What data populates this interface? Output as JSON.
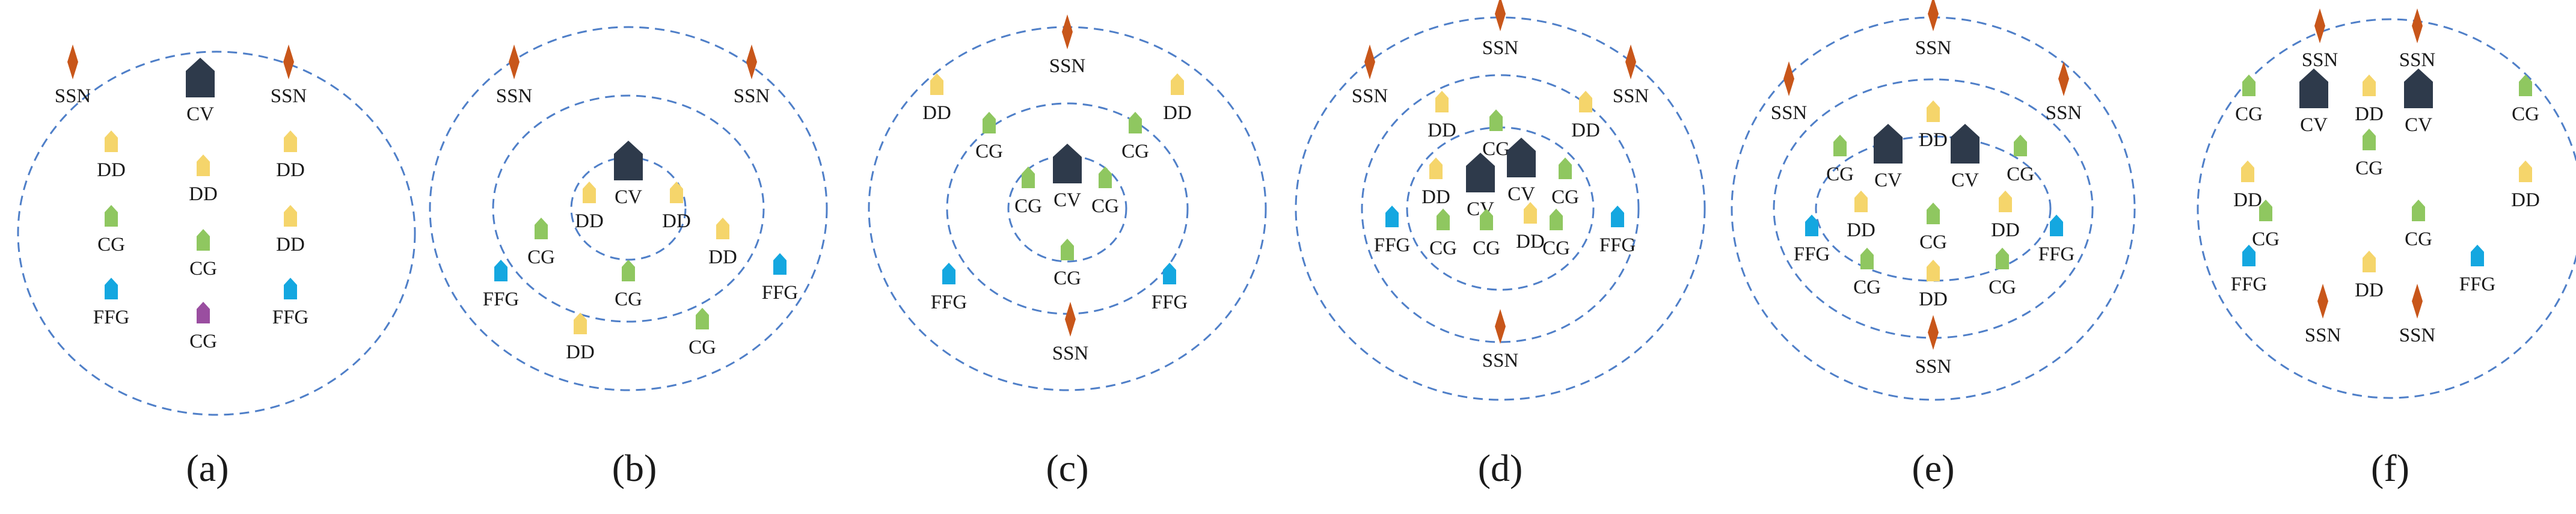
{
  "colors": {
    "ring": "#4f7fc8",
    "CV": "#2e3a4b",
    "DD": "#f5d56b",
    "CG": "#8fc760",
    "CG_alt": "#9a4ea0",
    "FFG": "#14a7e0",
    "SSN": "#c8561a"
  },
  "icons": {
    "CV": "carrier-icon",
    "DD": "destroyer-icon",
    "CG": "cruiser-icon",
    "FFG": "frigate-icon",
    "SSN": "submarine-icon"
  },
  "panels": [
    {
      "caption": "(a)",
      "ships": [
        {
          "type": "SSN",
          "label": "SSN"
        },
        {
          "type": "CV",
          "label": "CV"
        },
        {
          "type": "SSN",
          "label": "SSN"
        },
        {
          "type": "DD",
          "label": "DD"
        },
        {
          "type": "DD",
          "label": "DD"
        },
        {
          "type": "DD",
          "label": "DD"
        },
        {
          "type": "CG",
          "label": "CG"
        },
        {
          "type": "CG",
          "label": "CG"
        },
        {
          "type": "DD",
          "label": "DD"
        },
        {
          "type": "FFG",
          "label": "FFG"
        },
        {
          "type": "CG",
          "label": "CG",
          "alt": true
        },
        {
          "type": "FFG",
          "label": "FFG"
        }
      ]
    },
    {
      "caption": "(b)",
      "ships": [
        {
          "type": "SSN",
          "label": "SSN"
        },
        {
          "type": "SSN",
          "label": "SSN"
        },
        {
          "type": "CV",
          "label": "CV"
        },
        {
          "type": "DD",
          "label": "DD"
        },
        {
          "type": "DD",
          "label": "DD"
        },
        {
          "type": "CG",
          "label": "CG"
        },
        {
          "type": "DD",
          "label": "DD"
        },
        {
          "type": "CG",
          "label": "CG"
        },
        {
          "type": "FFG",
          "label": "FFG"
        },
        {
          "type": "FFG",
          "label": "FFG"
        },
        {
          "type": "DD",
          "label": "DD"
        },
        {
          "type": "CG",
          "label": "CG"
        }
      ]
    },
    {
      "caption": "(c)",
      "ships": [
        {
          "type": "SSN",
          "label": "SSN"
        },
        {
          "type": "DD",
          "label": "DD"
        },
        {
          "type": "DD",
          "label": "DD"
        },
        {
          "type": "CG",
          "label": "CG"
        },
        {
          "type": "CG",
          "label": "CG"
        },
        {
          "type": "CG",
          "label": "CG"
        },
        {
          "type": "CV",
          "label": "CV"
        },
        {
          "type": "CG",
          "label": "CG"
        },
        {
          "type": "CG",
          "label": "CG"
        },
        {
          "type": "FFG",
          "label": "FFG"
        },
        {
          "type": "FFG",
          "label": "FFG"
        },
        {
          "type": "SSN",
          "label": "SSN"
        }
      ]
    },
    {
      "caption": "(d)",
      "ships": [
        {
          "type": "SSN",
          "label": "SSN"
        },
        {
          "type": "SSN",
          "label": "SSN"
        },
        {
          "type": "SSN",
          "label": "SSN"
        },
        {
          "type": "DD",
          "label": "DD"
        },
        {
          "type": "CG",
          "label": "CG"
        },
        {
          "type": "DD",
          "label": "DD"
        },
        {
          "type": "DD",
          "label": "DD"
        },
        {
          "type": "CV",
          "label": "CV"
        },
        {
          "type": "CV",
          "label": "CV"
        },
        {
          "type": "CG",
          "label": "CG"
        },
        {
          "type": "FFG",
          "label": "FFG"
        },
        {
          "type": "CG",
          "label": "CG"
        },
        {
          "type": "CG",
          "label": "CG"
        },
        {
          "type": "DD",
          "label": "DD"
        },
        {
          "type": "CG",
          "label": "CG"
        },
        {
          "type": "FFG",
          "label": "FFG"
        },
        {
          "type": "SSN",
          "label": "SSN"
        }
      ]
    },
    {
      "caption": "(e)",
      "ships": [
        {
          "type": "SSN",
          "label": "SSN"
        },
        {
          "type": "SSN",
          "label": "SSN"
        },
        {
          "type": "SSN",
          "label": "SSN"
        },
        {
          "type": "DD",
          "label": "DD"
        },
        {
          "type": "CG",
          "label": "CG"
        },
        {
          "type": "CV",
          "label": "CV"
        },
        {
          "type": "CV",
          "label": "CV"
        },
        {
          "type": "CG",
          "label": "CG"
        },
        {
          "type": "DD",
          "label": "DD"
        },
        {
          "type": "CG",
          "label": "CG"
        },
        {
          "type": "DD",
          "label": "DD"
        },
        {
          "type": "FFG",
          "label": "FFG"
        },
        {
          "type": "FFG",
          "label": "FFG"
        },
        {
          "type": "CG",
          "label": "CG"
        },
        {
          "type": "DD",
          "label": "DD"
        },
        {
          "type": "CG",
          "label": "CG"
        },
        {
          "type": "SSN",
          "label": "SSN"
        }
      ]
    },
    {
      "caption": "(f)",
      "ships": [
        {
          "type": "SSN",
          "label": "SSN"
        },
        {
          "type": "SSN",
          "label": "SSN"
        },
        {
          "type": "CG",
          "label": "CG"
        },
        {
          "type": "CV",
          "label": "CV"
        },
        {
          "type": "DD",
          "label": "DD"
        },
        {
          "type": "CV",
          "label": "CV"
        },
        {
          "type": "CG",
          "label": "CG"
        },
        {
          "type": "CG",
          "label": "CG"
        },
        {
          "type": "DD",
          "label": "DD"
        },
        {
          "type": "DD",
          "label": "DD"
        },
        {
          "type": "CG",
          "label": "CG"
        },
        {
          "type": "CG",
          "label": "CG"
        },
        {
          "type": "FFG",
          "label": "FFG"
        },
        {
          "type": "DD",
          "label": "DD"
        },
        {
          "type": "FFG",
          "label": "FFG"
        },
        {
          "type": "SSN",
          "label": "SSN"
        },
        {
          "type": "SSN",
          "label": "SSN"
        }
      ]
    }
  ]
}
